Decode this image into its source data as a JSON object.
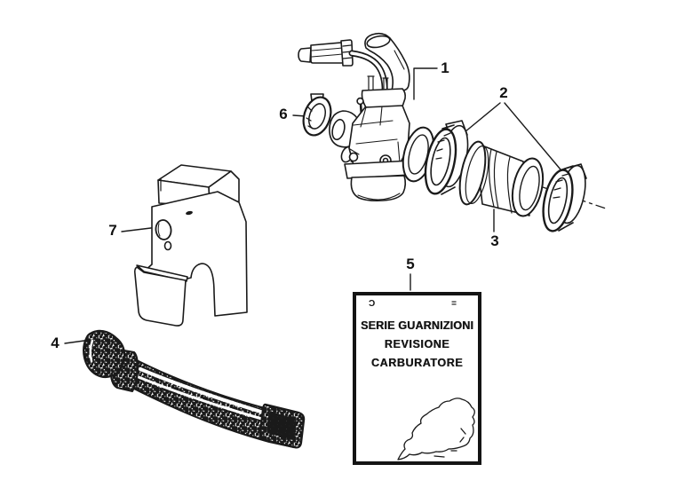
{
  "diagram": {
    "type": "exploded-parts-line-drawing",
    "background_color": "#ffffff",
    "line_color": "#1a1a1a",
    "callouts": [
      {
        "number": "1"
      },
      {
        "number": "2"
      },
      {
        "number": "3"
      },
      {
        "number": "4"
      },
      {
        "number": "5"
      },
      {
        "number": "6"
      },
      {
        "number": "7"
      }
    ],
    "gasket_kit_label": {
      "corner_mark_left": "Ɔ",
      "corner_mark_right": "=",
      "line1": "SERIE GUARNIZIONI",
      "line2": "REVISIONE",
      "line3": "CARBURATORE"
    }
  }
}
